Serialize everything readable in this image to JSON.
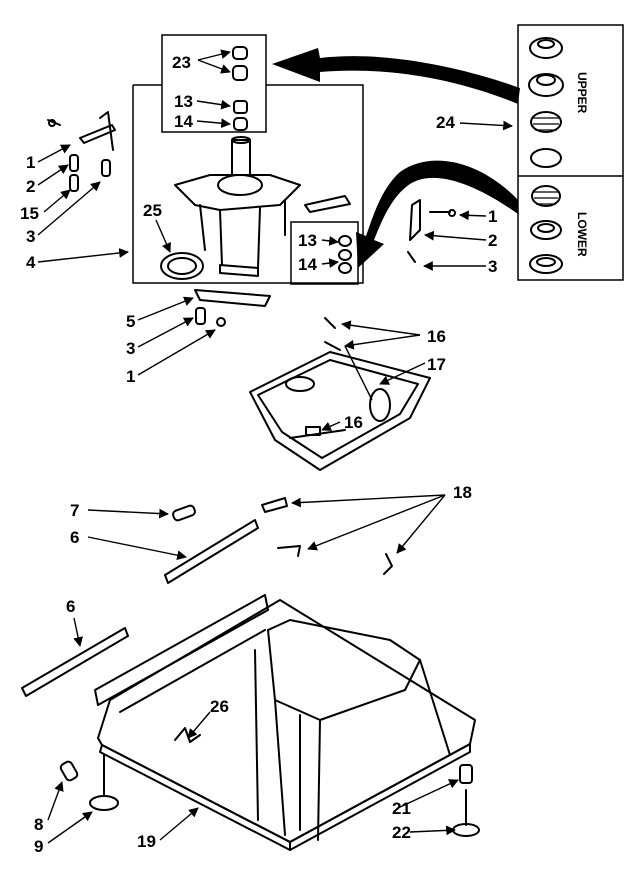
{
  "callouts": {
    "c23": "23",
    "c13a": "13",
    "c14a": "14",
    "c24": "24",
    "c1a": "1",
    "c2a": "2",
    "c15": "15",
    "c3a": "3",
    "c4": "4",
    "c25": "25",
    "c13b": "13",
    "c14b": "14",
    "c1b": "1",
    "c2b": "2",
    "c3b": "3",
    "c5": "5",
    "c3c": "3",
    "c1c": "1",
    "c16a": "16",
    "c17": "17",
    "c16b": "16",
    "c18": "18",
    "c7": "7",
    "c6a": "6",
    "c6b": "6",
    "c26": "26",
    "c8": "8",
    "c9": "9",
    "c19": "19",
    "c21": "21",
    "c22": "22"
  },
  "side_labels": {
    "upper": "UPPER",
    "lower": "LOWER"
  }
}
